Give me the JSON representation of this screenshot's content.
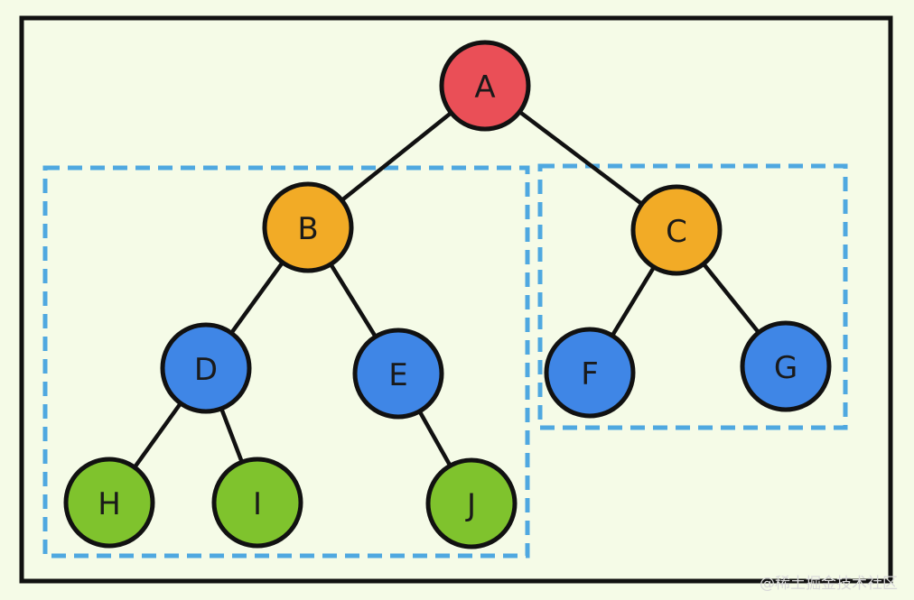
{
  "colors": {
    "background": "#f5fbe7",
    "frame": "#111111",
    "edge": "#111111",
    "dashed_box": "#4fa8e0",
    "root": "#ea4f57",
    "level1": "#f2ab26",
    "level2": "#3f86e6",
    "leaf": "#7fc32d"
  },
  "nodes": [
    {
      "id": "A",
      "label": "A",
      "color": "root"
    },
    {
      "id": "B",
      "label": "B",
      "color": "level1"
    },
    {
      "id": "C",
      "label": "C",
      "color": "level1"
    },
    {
      "id": "D",
      "label": "D",
      "color": "level2"
    },
    {
      "id": "E",
      "label": "E",
      "color": "level2"
    },
    {
      "id": "F",
      "label": "F",
      "color": "level2"
    },
    {
      "id": "G",
      "label": "G",
      "color": "level2"
    },
    {
      "id": "H",
      "label": "H",
      "color": "leaf"
    },
    {
      "id": "I",
      "label": "I",
      "color": "leaf"
    },
    {
      "id": "J",
      "label": "J",
      "color": "leaf"
    }
  ],
  "edges": [
    {
      "from": "A",
      "to": "B"
    },
    {
      "from": "A",
      "to": "C"
    },
    {
      "from": "B",
      "to": "D"
    },
    {
      "from": "B",
      "to": "E"
    },
    {
      "from": "C",
      "to": "F"
    },
    {
      "from": "C",
      "to": "G"
    },
    {
      "from": "D",
      "to": "H"
    },
    {
      "from": "D",
      "to": "I"
    },
    {
      "from": "E",
      "to": "J"
    }
  ],
  "subtree_groups": [
    {
      "name": "left-subtree",
      "members": [
        "B",
        "D",
        "E",
        "H",
        "I",
        "J"
      ]
    },
    {
      "name": "right-subtree",
      "members": [
        "C",
        "F",
        "G"
      ]
    }
  ],
  "watermark": "@稀土掘金技术社区"
}
